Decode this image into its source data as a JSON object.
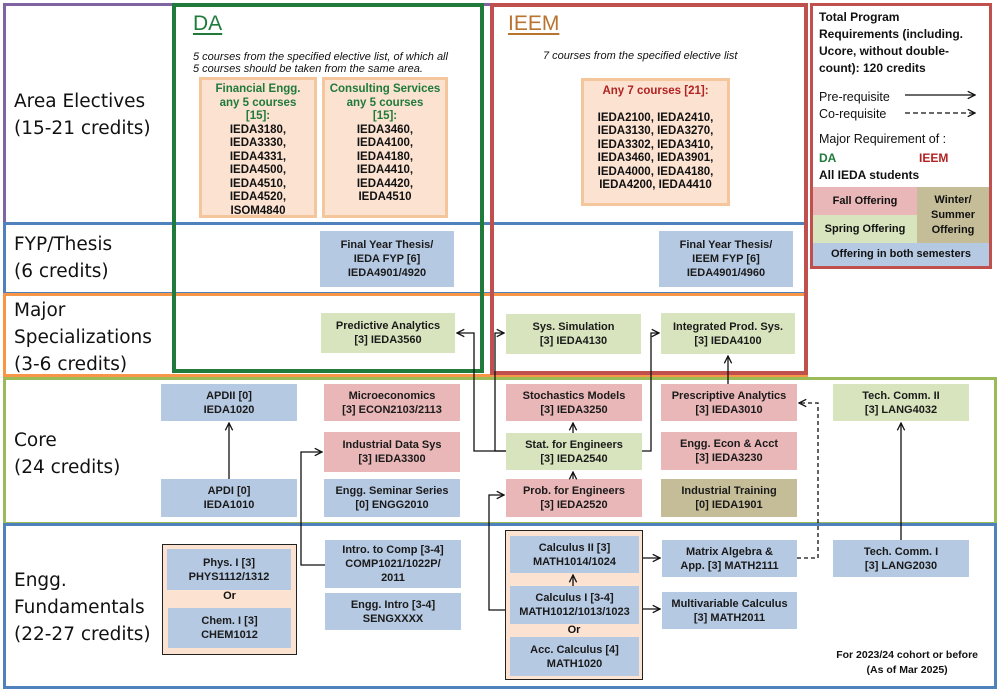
{
  "bands": [
    {
      "id": "area-electives",
      "line1": "Area Electives",
      "line2": "(15-21 credits)",
      "color": "#8064a2"
    },
    {
      "id": "fyp-thesis",
      "line1": "FYP/Thesis",
      "line2": "(6 credits)",
      "color": "#4f81bd"
    },
    {
      "id": "major-specializations",
      "line1": "Major",
      "line2": "Specializations",
      "line3": "(3-6 credits)",
      "color": "#f79646"
    },
    {
      "id": "core",
      "line1": "Core",
      "line2": "(24 credits)",
      "color": "#9bbb59"
    },
    {
      "id": "engg-fundamentals",
      "line1": "Engg.",
      "line2": "Fundamentals",
      "line3": "(22-27 credits)",
      "color": "#4f81bd"
    }
  ],
  "majors": {
    "da": {
      "title": "DA",
      "color": "#1f7a3c",
      "note_line1": "5 courses from the specified elective list, of which all",
      "note_line2": "5 courses should be taken from the same area.",
      "areas": [
        {
          "head1": "Financial Engg.",
          "head2": "any 5 courses",
          "head3": "[15]:",
          "courses": [
            "IEDA3180,",
            "IEDA3330,",
            "IEDA4331,",
            "IEDA4500,",
            "IEDA4510,",
            "IEDA4520,",
            "ISOM4840"
          ]
        },
        {
          "head1": "Consulting Services",
          "head2": "any 5 courses",
          "head3": "[15]:",
          "courses": [
            "IEDA3460,",
            "IEDA4100,",
            "IEDA4180,",
            "IEDA4410,",
            "IEDA4420,",
            "IEDA4510"
          ]
        }
      ]
    },
    "ieem": {
      "title": "IEEM",
      "color": "#b7732f",
      "frame_color": "#c0504d",
      "note": "7 courses from the specified elective list",
      "box_head": "Any 7 courses [21]:",
      "box_head_color": "#b22222",
      "course_lines": [
        "IEDA2100, IEDA2410,",
        "IEDA3130, IEDA3270,",
        "IEDA3302, IEDA3410,",
        "IEDA3460, IEDA3901,",
        "IEDA4000, IEDA4180,",
        "IEDA4200, IEDA4410"
      ]
    }
  },
  "courses": {
    "da_fyp": {
      "l1": "Final Year Thesis/",
      "l2": "IEDA FYP [6]",
      "l3": "IEDA4901/4920",
      "offering": "both"
    },
    "ieem_fyp": {
      "l1": "Final Year Thesis/",
      "l2": "IEEM FYP [6]",
      "l3": "IEDA4901/4960",
      "offering": "both"
    },
    "predictive": {
      "l1": "Predictive Analytics",
      "l2": "[3] IEDA3560",
      "offering": "spring"
    },
    "sys_sim": {
      "l1": "Sys. Simulation",
      "l2": "[3] IEDA4130",
      "offering": "spring"
    },
    "integrated": {
      "l1": "Integrated Prod. Sys.",
      "l2": "[3] IEDA4100",
      "offering": "spring"
    },
    "apdii": {
      "l1": "APDII [0]",
      "l2": "IEDA1020",
      "offering": "both"
    },
    "apdi": {
      "l1": "APDI [0]",
      "l2": "IEDA1010",
      "offering": "both"
    },
    "micro": {
      "l1": "Microeconomics",
      "l2": "[3] ECON2103/2113",
      "offering": "fall"
    },
    "ids": {
      "l1": "Industrial Data Sys",
      "l2": "[3] IEDA3300",
      "offering": "fall"
    },
    "seminar": {
      "l1": "Engg. Seminar Series",
      "l2": "[0] ENGG2010",
      "offering": "both"
    },
    "stochastic": {
      "l1": "Stochastics Models",
      "l2": "[3] IEDA3250",
      "offering": "fall"
    },
    "stat": {
      "l1": "Stat. for Engineers",
      "l2": "[3] IEDA2540",
      "offering": "spring"
    },
    "prob": {
      "l1": "Prob. for Engineers",
      "l2": "[3] IEDA2520",
      "offering": "fall"
    },
    "prescriptive": {
      "l1": "Prescriptive Analytics",
      "l2": "[3] IEDA3010",
      "offering": "fall"
    },
    "econ_acct": {
      "l1": "Engg. Econ & Acct",
      "l2": "[3] IEDA3230",
      "offering": "fall"
    },
    "training": {
      "l1": "Industrial Training",
      "l2": "[0] IEDA1901",
      "offering": "winter-summer"
    },
    "techcomm2": {
      "l1": "Tech. Comm. II",
      "l2": "[3] LANG4032",
      "offering": "spring"
    },
    "phys": {
      "l1": "Phys. I [3]",
      "l2": "PHYS1112/1312",
      "offering": "both"
    },
    "chem": {
      "l1": "Chem. I [3]",
      "l2": "CHEM1012",
      "offering": "both"
    },
    "intro_comp": {
      "l1": "Intro. to Comp [3-4]",
      "l2": "COMP1021/1022P/",
      "l3": "2011",
      "offering": "both"
    },
    "engg_intro": {
      "l1": "Engg. Intro [3-4]",
      "l2": "SENGXXXX",
      "offering": "both"
    },
    "calc2": {
      "l1": "Calculus II [3]",
      "l2": "MATH1014/1024",
      "offering": "both"
    },
    "calc1": {
      "l1": "Calculus I [3-4]",
      "l2": "MATH1012/1013/1023",
      "offering": "both"
    },
    "acc_calc": {
      "l1": "Acc. Calculus [4]",
      "l2": "MATH1020",
      "offering": "both"
    },
    "matrix": {
      "l1": "Matrix Algebra &",
      "l2": "App. [3] MATH2111",
      "offering": "both"
    },
    "multivar": {
      "l1": "Multivariable Calculus",
      "l2": "[3] MATH2011",
      "offering": "both"
    },
    "techcomm1": {
      "l1": "Tech. Comm. I",
      "l2": "[3] LANG2030",
      "offering": "both"
    }
  },
  "or_label": "Or",
  "legend": {
    "title_l1": "Total Program",
    "title_l2": "Requirements (including.",
    "title_l3": "Ucore, without double-",
    "title_l4": "count): 120 credits",
    "prerequisite": "Pre-requisite",
    "corequisite": "Co-requisite",
    "major_req": "Major Requirement of :",
    "da": "DA",
    "ieem": "IEEM",
    "all": "All IEDA students",
    "fall": "Fall Offering",
    "spring": "Spring Offering",
    "winter_l1": "Winter/",
    "winter_l2": "Summer",
    "winter_l3": "Offering",
    "both": "Offering in both semesters"
  },
  "offering_colors": {
    "fall": "#e9b7b8",
    "spring": "#d8e4bd",
    "winter-summer": "#c5bd97",
    "both": "#b6c9e3"
  },
  "footnote": {
    "l1": "For 2023/24 cohort or before",
    "l2": "(As of Mar 2025)"
  }
}
